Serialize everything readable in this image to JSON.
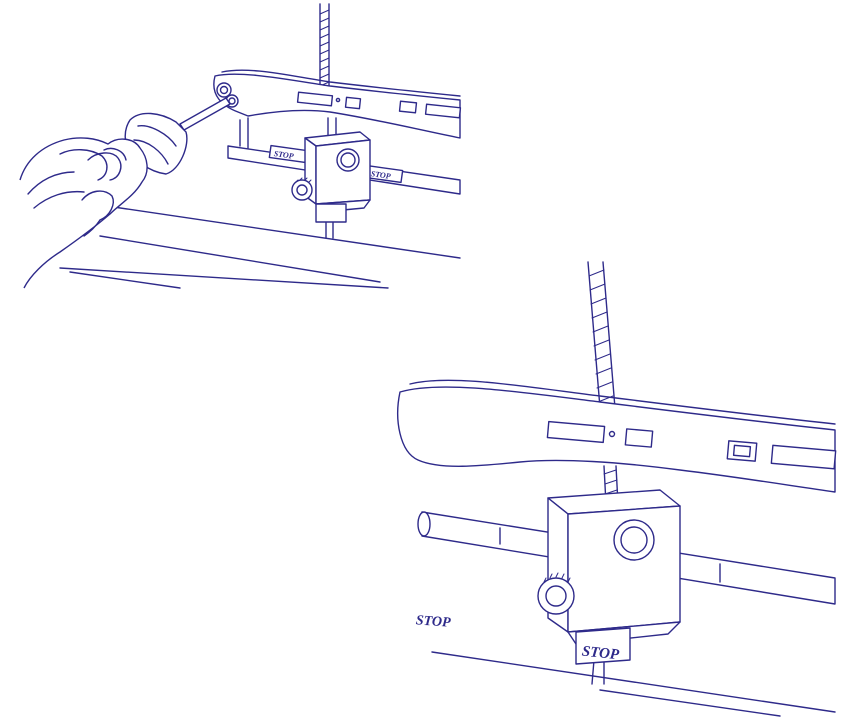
{
  "labels": {
    "top_stop_left": "STOP",
    "top_stop_right": "STOP",
    "bottom_stop_left": "STOP",
    "bottom_stop_right": "STOP"
  },
  "colors": {
    "ink": "#2e2a8a",
    "background": "#ffffff"
  }
}
